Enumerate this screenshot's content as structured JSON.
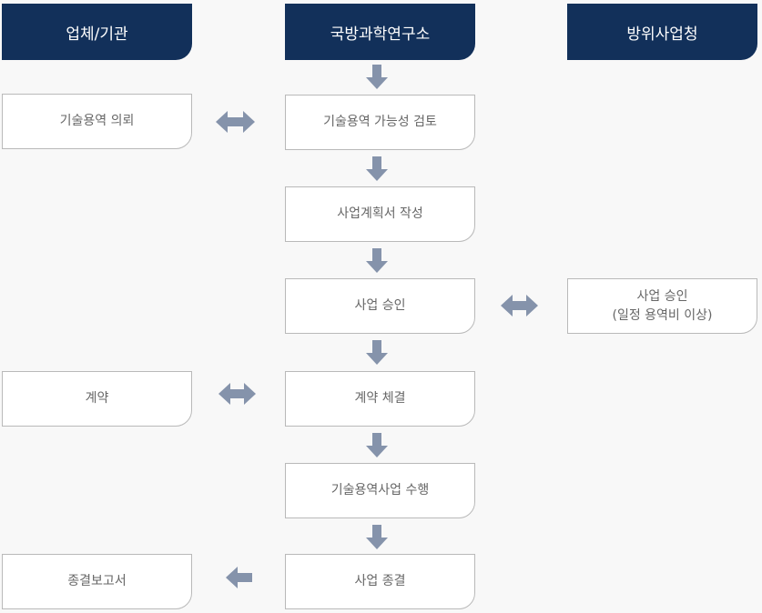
{
  "headers": [
    "업체/기관",
    "국방과학연구소",
    "방위사업청"
  ],
  "left": [
    "기술용역 의뢰",
    "계약",
    "종결보고서"
  ],
  "center": [
    "기술용역 가능성 검토",
    "사업계획서 작성",
    "사업 승인",
    "계약 체결",
    "기술용역사업 수행",
    "사업 종결"
  ],
  "right": {
    "line1": "사업 승인",
    "line2": "(일정 용역비 이상)"
  },
  "colors": {
    "header": "#12305a",
    "arrow": "#8593ab"
  }
}
